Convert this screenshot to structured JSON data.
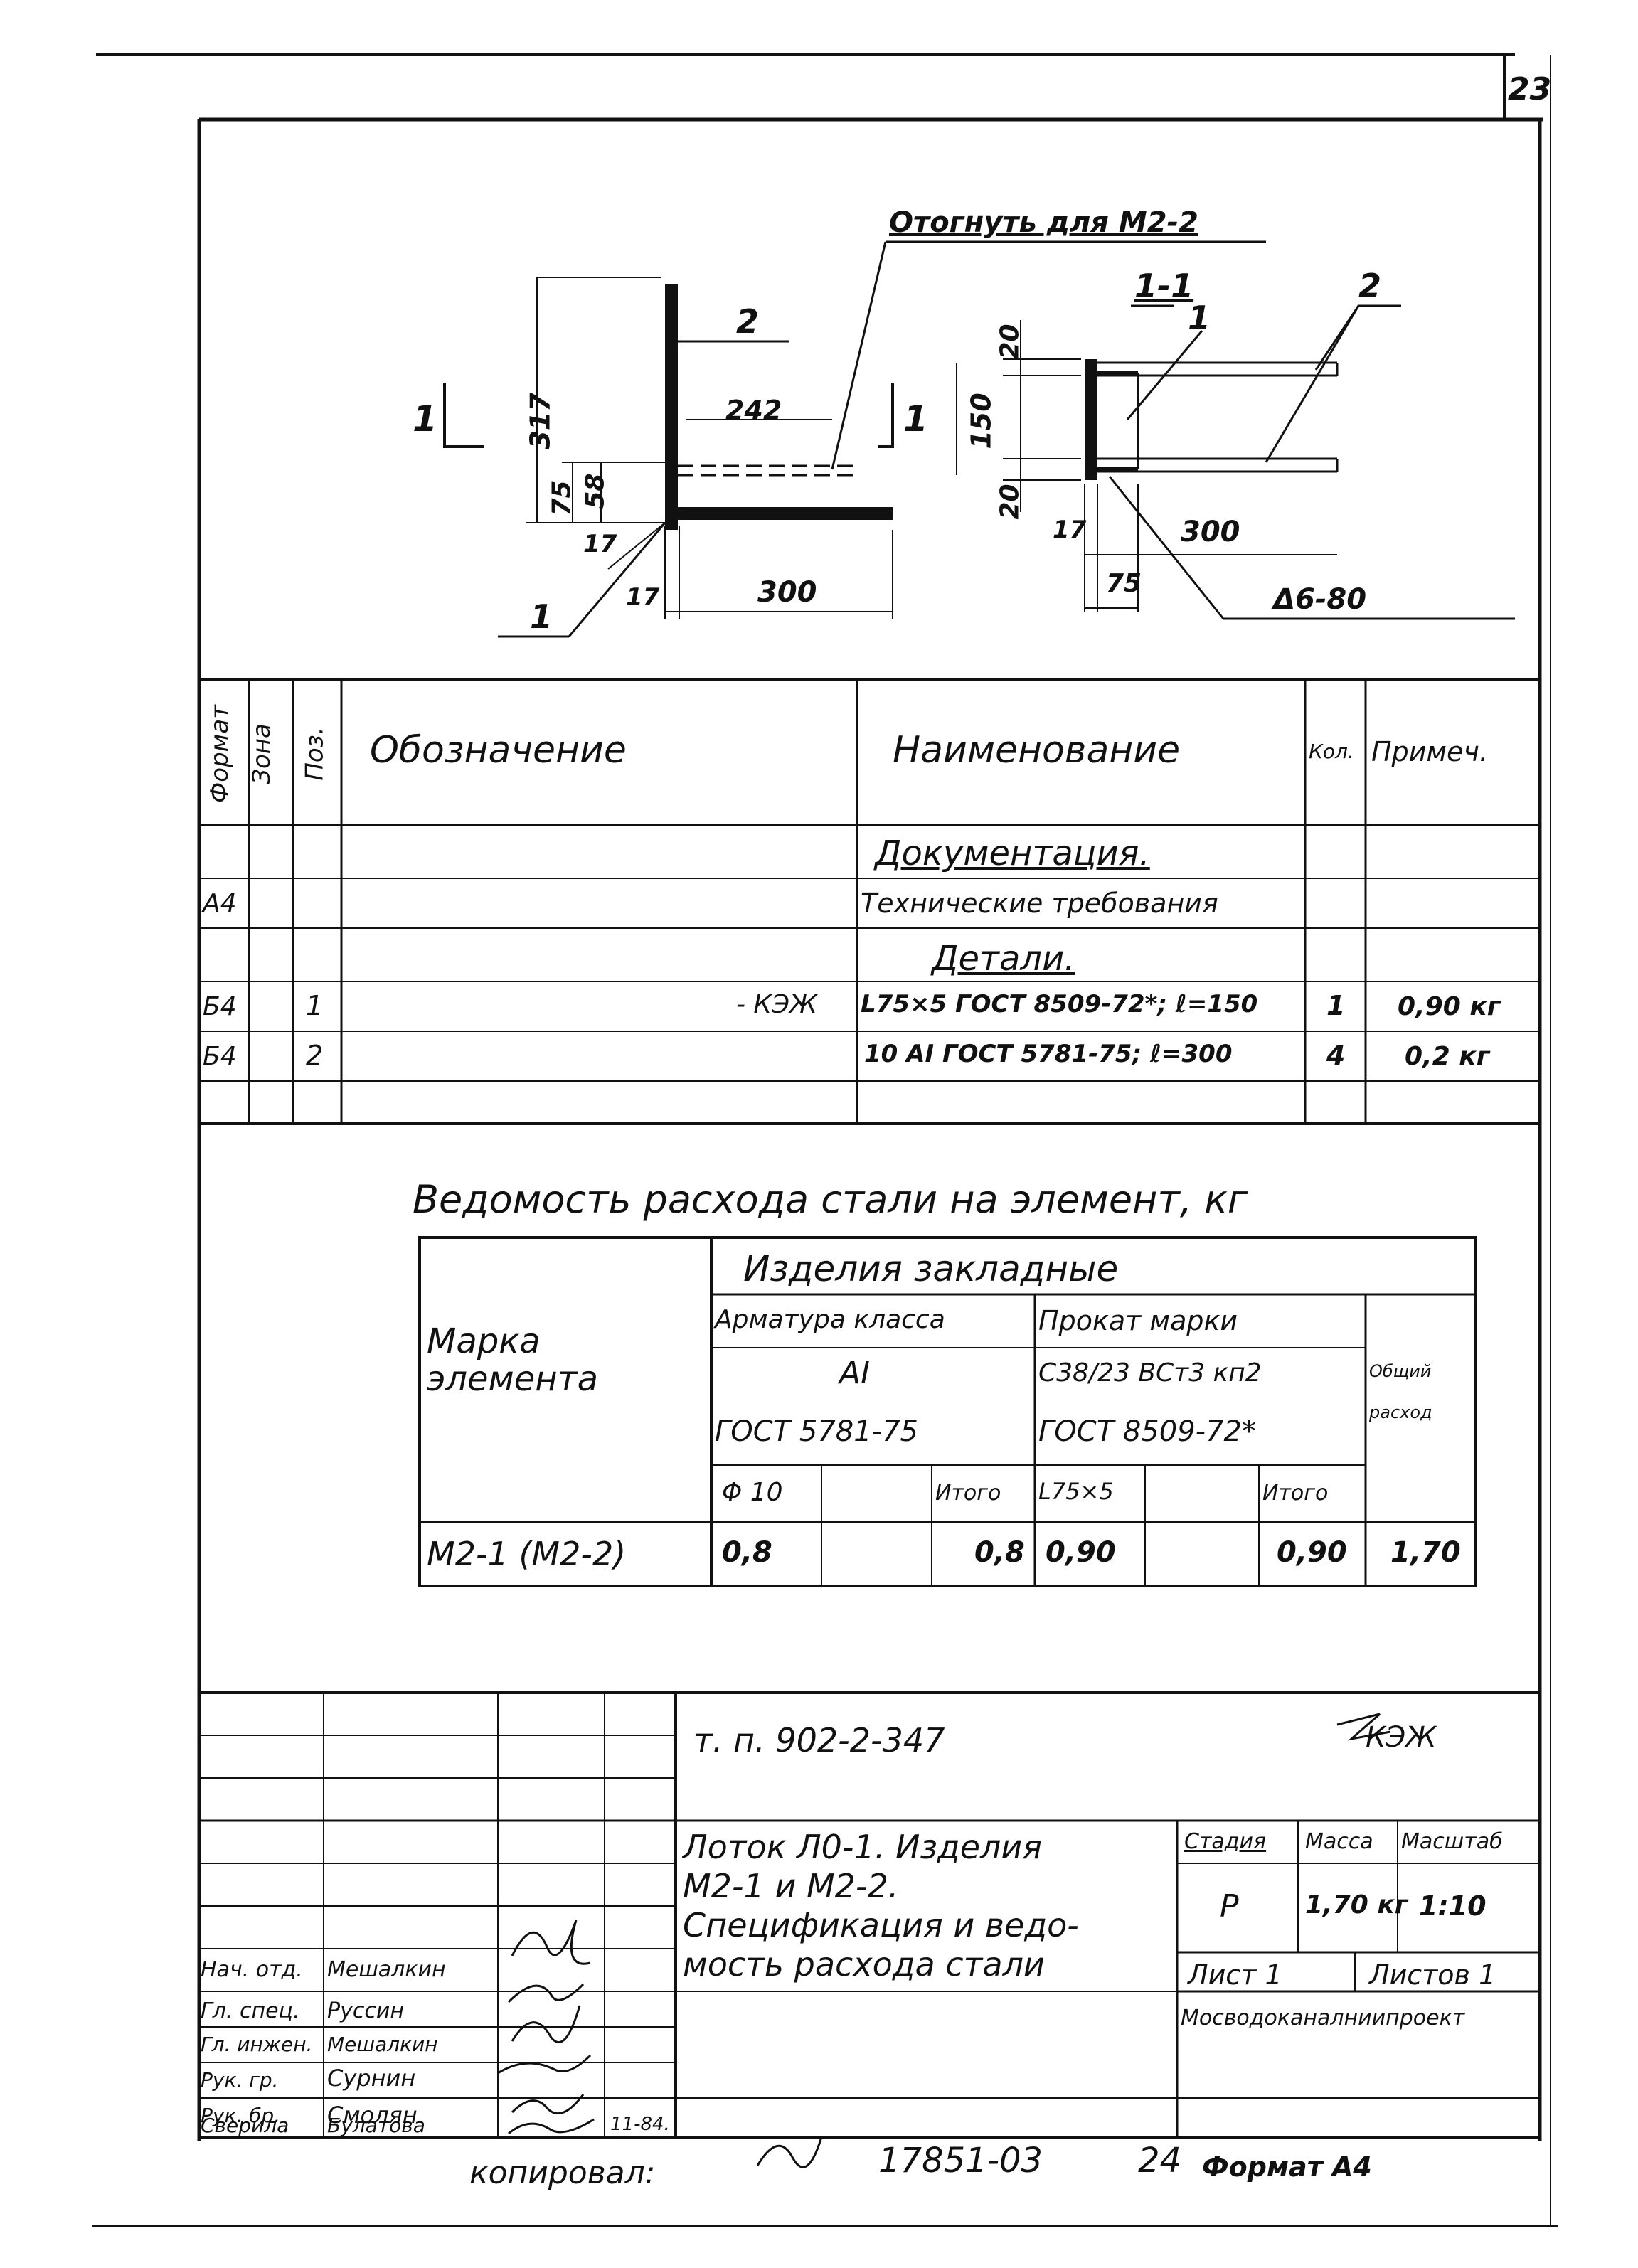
{
  "sheet": {
    "page_number": "23",
    "code": "т. п. 902-2-347",
    "code_stamp": "КЭЖ",
    "copy_label": "копировал:",
    "archive_number": "17851-03",
    "archive_page": "24",
    "format_label": "Формат А4"
  },
  "drawing": {
    "callout_bend": "Отогнуть для М2-2",
    "section_label": "1-1",
    "pos_1": "1",
    "pos_2": "2",
    "dims": {
      "h317": "317",
      "d242": "242",
      "d75": "75",
      "d58": "58",
      "d17a": "17",
      "d17b": "17",
      "d300a": "300",
      "d20a": "20",
      "d150": "150",
      "d20b": "20",
      "d17c": "17",
      "d300b": "300",
      "d75b": "75",
      "weld": "Δ6-80"
    }
  },
  "spec": {
    "headers": {
      "format": "Формат",
      "zone": "Зона",
      "pos": "Поз.",
      "designation": "Обозначение",
      "name": "Наименование",
      "qty": "Кол.",
      "note": "Примеч."
    },
    "section_docs": "Документация.",
    "row_docs": {
      "format": "А4",
      "name": "Технические требования"
    },
    "section_parts": "Детали.",
    "rows": [
      {
        "format": "Б4",
        "pos": "1",
        "designation": "- КЭЖ",
        "name": "L75×5 ГОСТ 8509-72*; ℓ=150",
        "qty": "1",
        "note": "0,90 кг"
      },
      {
        "format": "Б4",
        "pos": "2",
        "designation": "",
        "name": "10 AI ГОСТ 5781-75; ℓ=300",
        "qty": "4",
        "note": "0,2 кг"
      }
    ]
  },
  "steel": {
    "title": "Ведомость расхода стали на элемент, кг",
    "col_mark": "Марка элемента",
    "group": "Изделия закладные",
    "rebar_class": "Арматура класса",
    "rebar_grade": "AI",
    "rebar_gost": "ГОСТ 5781-75",
    "rolled_mark": "Прокат марки",
    "rolled_grade": "С38/23 ВСт3 кп2",
    "rolled_gost": "ГОСТ 8509-72*",
    "total": "Общий расход",
    "sub_phi": "Φ 10",
    "sub_itogo1": "Итого",
    "sub_angle": "L75×5",
    "sub_itogo2": "Итого",
    "row": {
      "mark": "М2-1 (М2-2)",
      "phi": "0,8",
      "itogo1": "0,8",
      "angle": "0,90",
      "itogo2": "0,90",
      "total": "1,70"
    }
  },
  "title_block": {
    "description": [
      "Лоток Л0-1. Изделия",
      "М2-1 и М2-2.",
      "Спецификация и ведо-",
      "мость расхода стали"
    ],
    "stage_label": "Стадия",
    "mass_label": "Масса",
    "scale_label": "Масштаб",
    "stage": "Р",
    "mass": "1,70 кг",
    "scale": "1:10",
    "sheet_label": "Лист 1",
    "sheets_label": "Листов 1",
    "organization": "Мосводоканалниипроект",
    "signatures": [
      {
        "role": "Нач. отд.",
        "name": "Мешалкин"
      },
      {
        "role": "Гл. спец.",
        "name": "Руссин"
      },
      {
        "role": "Гл. инжен.",
        "name": "Мешалкин"
      },
      {
        "role": "Рук. гр.",
        "name": "Сурнин"
      },
      {
        "role": "Рук. бр.",
        "name": "Смолян"
      },
      {
        "role": "Сверила",
        "name": "Булатова"
      }
    ],
    "date": "11-84."
  }
}
